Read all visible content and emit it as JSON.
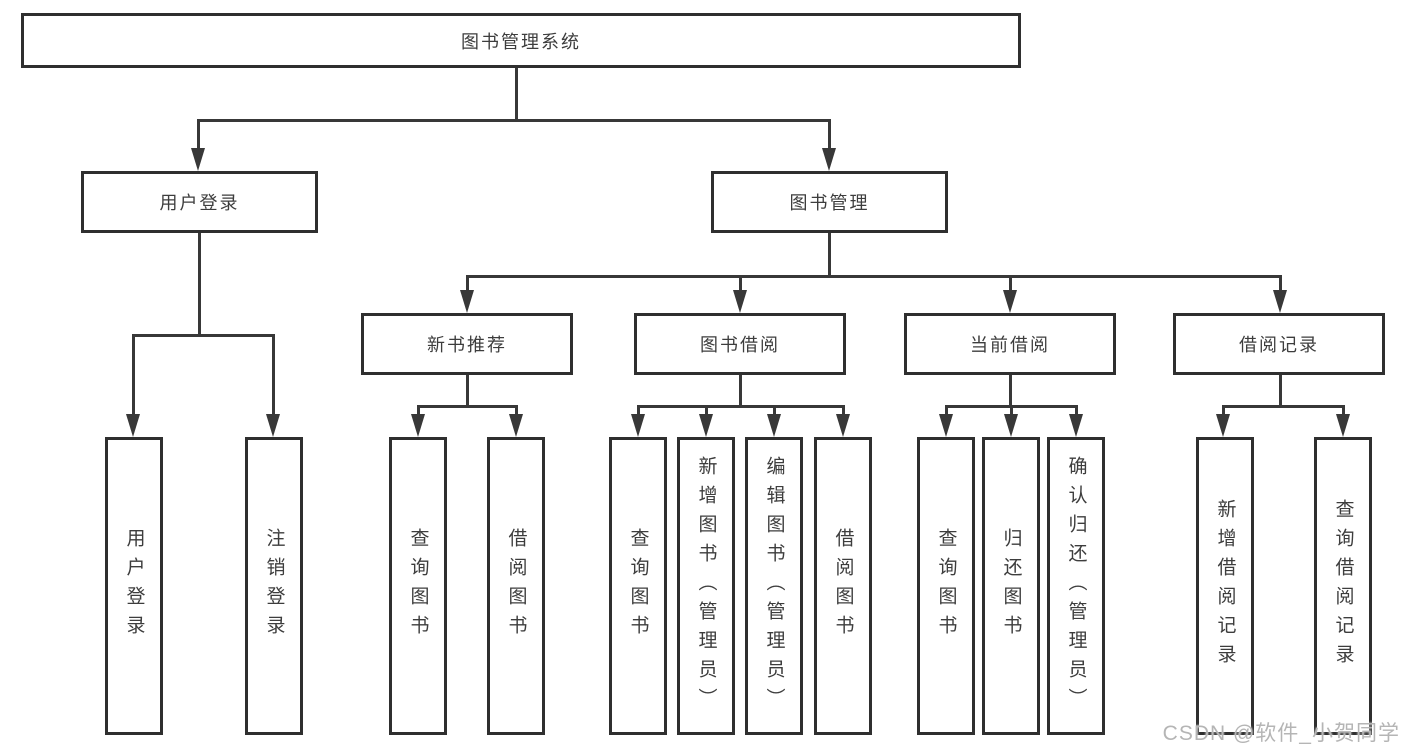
{
  "tree": {
    "label": "图书管理系统",
    "children": [
      {
        "label": "用户登录",
        "children": [
          {
            "label": "用户登录"
          },
          {
            "label": "注销登录"
          }
        ]
      },
      {
        "label": "图书管理",
        "children": [
          {
            "label": "新书推荐",
            "children": [
              {
                "label": "查询图书"
              },
              {
                "label": "借阅图书"
              }
            ]
          },
          {
            "label": "图书借阅",
            "children": [
              {
                "label": "查询图书"
              },
              {
                "label": "新增图书（管理员）"
              },
              {
                "label": "编辑图书（管理员）"
              },
              {
                "label": "借阅图书"
              }
            ]
          },
          {
            "label": "当前借阅",
            "children": [
              {
                "label": "查询图书"
              },
              {
                "label": "归还图书"
              },
              {
                "label": "确认归还（管理员）"
              }
            ]
          },
          {
            "label": "借阅记录",
            "children": [
              {
                "label": "新增借阅记录"
              },
              {
                "label": "查询借阅记录"
              }
            ]
          }
        ]
      }
    ]
  },
  "watermark": {
    "text": "CSDN @软件_小贺同学"
  },
  "colors": {
    "line": "#383838",
    "box_border": "#2f2f2f",
    "text": "#3d3d3d",
    "watermark": "#b5b5b5",
    "background": "#ffffff"
  }
}
